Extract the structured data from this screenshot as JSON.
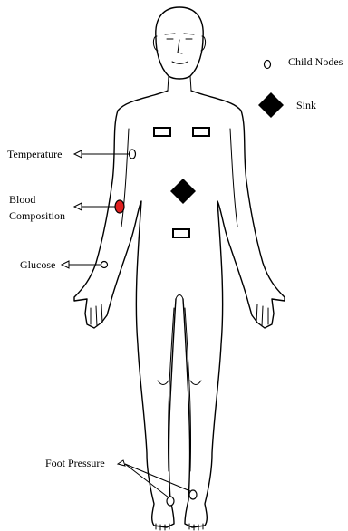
{
  "legend": {
    "child_nodes_label": "Child Nodes",
    "sink_label": "Sink"
  },
  "sensors": {
    "temperature": "Temperature",
    "blood_composition_line1": "Blood",
    "blood_composition_line2": "Composition",
    "glucose": "Glucose",
    "foot_pressure": "Foot Pressure"
  },
  "colors": {
    "outline": "#000000",
    "blood_node_fill": "#e02020",
    "sink_fill": "#000000",
    "background": "#ffffff"
  }
}
